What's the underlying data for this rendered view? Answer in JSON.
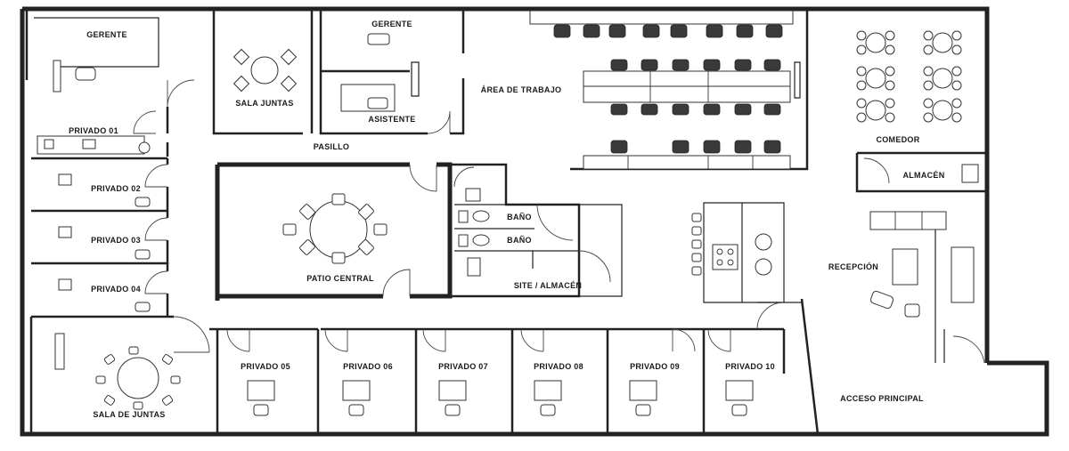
{
  "rooms": {
    "gerente_left": "GERENTE",
    "privado_01": "PRIVADO 01",
    "privado_02": "PRIVADO 02",
    "privado_03": "PRIVADO 03",
    "privado_04": "PRIVADO 04",
    "sala_de_juntas": "SALA DE JUNTAS",
    "sala_juntas": "SALA JUNTAS",
    "gerente_top": "GERENTE",
    "asistente": "ASISTENTE",
    "area_de_trabajo": "ÁREA DE TRABAJO",
    "comedor": "COMEDOR",
    "almacen": "ALMACÉN",
    "recepcion": "RECEPCIÓN",
    "pasillo": "PASILLO",
    "patio_central": "PATIO CENTRAL",
    "bano_1": "BAÑO",
    "bano_2": "BAÑO",
    "site_almacen": "SITE / ALMACÉN",
    "privado_05": "PRIVADO 05",
    "privado_06": "PRIVADO 06",
    "privado_07": "PRIVADO 07",
    "privado_08": "PRIVADO 08",
    "privado_09": "PRIVADO 09",
    "privado_10": "PRIVADO 10",
    "acceso_principal": "ACCESO PRINCIPAL"
  }
}
